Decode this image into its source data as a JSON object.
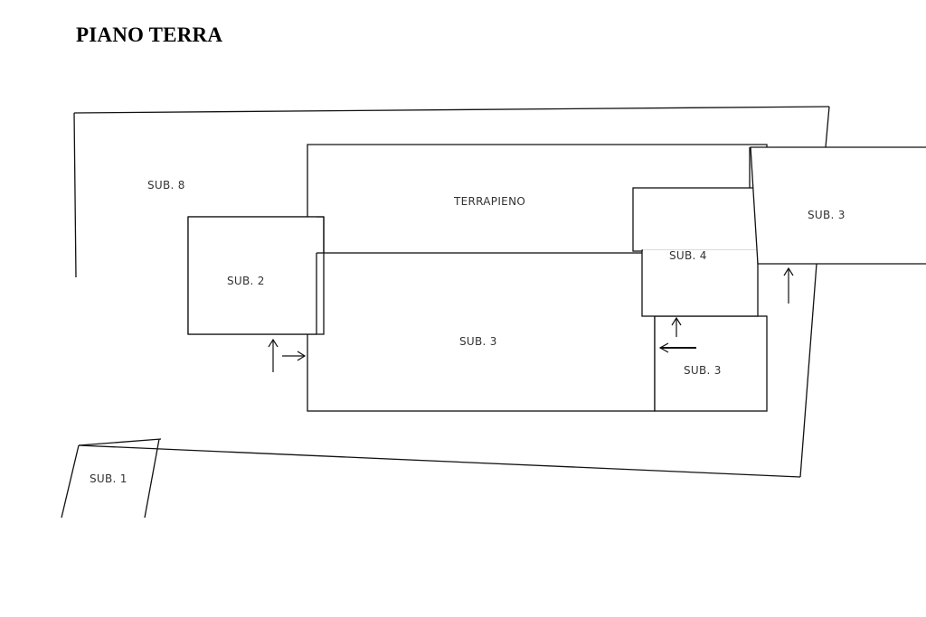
{
  "title": "PIANO TERRA",
  "labels": {
    "sub8": "SUB. 8",
    "terrapieno": "TERRAPIENO",
    "sub3_right": "SUB. 3",
    "sub2": "SUB. 2",
    "sub4": "SUB. 4",
    "sub3_main": "SUB. 3",
    "sub3_small": "SUB. 3",
    "sub1": "SUB. 1"
  },
  "colors": {
    "line": "#111111",
    "text": "#333333",
    "background": "#ffffff"
  }
}
